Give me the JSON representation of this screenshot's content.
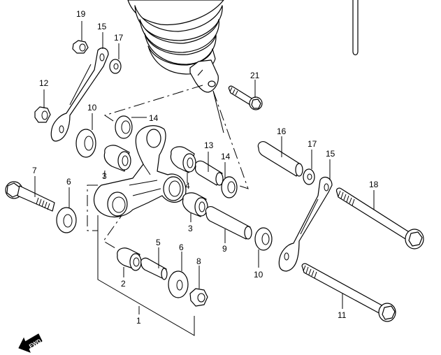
{
  "diagram": {
    "title": "Rear cushion lever exploded parts diagram",
    "direction_indicator": "FWD",
    "colors": {
      "line": "#000000",
      "background": "#ffffff"
    },
    "callouts": {
      "c1": "1",
      "c2": "2",
      "c3a": "3",
      "c3b": "3",
      "c4": "4",
      "c5": "5",
      "c6a": "6",
      "c6b": "6",
      "c7": "7",
      "c8": "8",
      "c9": "9",
      "c10a": "10",
      "c10b": "10",
      "c11": "11",
      "c12": "12",
      "c13": "13",
      "c14a": "14",
      "c14b": "14",
      "c15a": "15",
      "c15b": "15",
      "c16": "16",
      "c17a": "17",
      "c17b": "17",
      "c18": "18",
      "c19": "19",
      "c21": "21"
    },
    "parts": [
      {
        "ref": "1",
        "name": "cushion-lever-assembly"
      },
      {
        "ref": "2",
        "name": "bearing"
      },
      {
        "ref": "3",
        "name": "bearing"
      },
      {
        "ref": "4",
        "name": "bearing"
      },
      {
        "ref": "5",
        "name": "spacer"
      },
      {
        "ref": "6",
        "name": "washer"
      },
      {
        "ref": "7",
        "name": "bolt"
      },
      {
        "ref": "8",
        "name": "nut"
      },
      {
        "ref": "9",
        "name": "spacer"
      },
      {
        "ref": "10",
        "name": "dust-seal"
      },
      {
        "ref": "11",
        "name": "bolt"
      },
      {
        "ref": "12",
        "name": "nut"
      },
      {
        "ref": "13",
        "name": "spacer"
      },
      {
        "ref": "14",
        "name": "dust-seal"
      },
      {
        "ref": "15",
        "name": "cushion-rod"
      },
      {
        "ref": "16",
        "name": "spacer"
      },
      {
        "ref": "17",
        "name": "washer"
      },
      {
        "ref": "18",
        "name": "bolt"
      },
      {
        "ref": "19",
        "name": "nut"
      },
      {
        "ref": "21",
        "name": "bolt"
      }
    ]
  }
}
